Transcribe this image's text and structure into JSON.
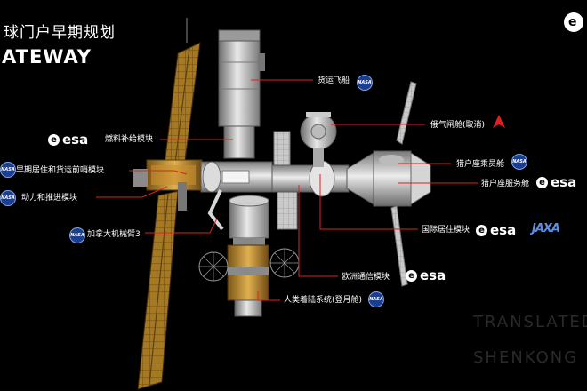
{
  "title": {
    "cn": "球门户早期规划",
    "en": "ATEWAY"
  },
  "labels": {
    "cargo": "货运飞船",
    "airlock": "俄气闸舱(取消)",
    "refuel": "燃料补给模块",
    "orion_crew": "猎户座乘员舱",
    "halo": "早期居住和货运前哨模块",
    "orion_service": "猎户座服务舱",
    "ppe": "动力和推进模块",
    "ihab": "国际居住模块",
    "canadarm": "加拿大机械臂3",
    "esprit": "欧洲通信模块",
    "hls": "人类着陆系统(登月舱)"
  },
  "logos": {
    "nasa": "NASA",
    "esa": "esa",
    "esa_mark": "e",
    "jaxa": "JAXA"
  },
  "watermark": {
    "line1": "TRANSLATED",
    "line2": "SHENKONG"
  },
  "colors": {
    "background": "#000000",
    "leader_line": "#e02020",
    "nasa_blue": "#1b3e8f",
    "jaxa_blue": "#5d8fe0",
    "solar_gold": "#b8862a"
  }
}
